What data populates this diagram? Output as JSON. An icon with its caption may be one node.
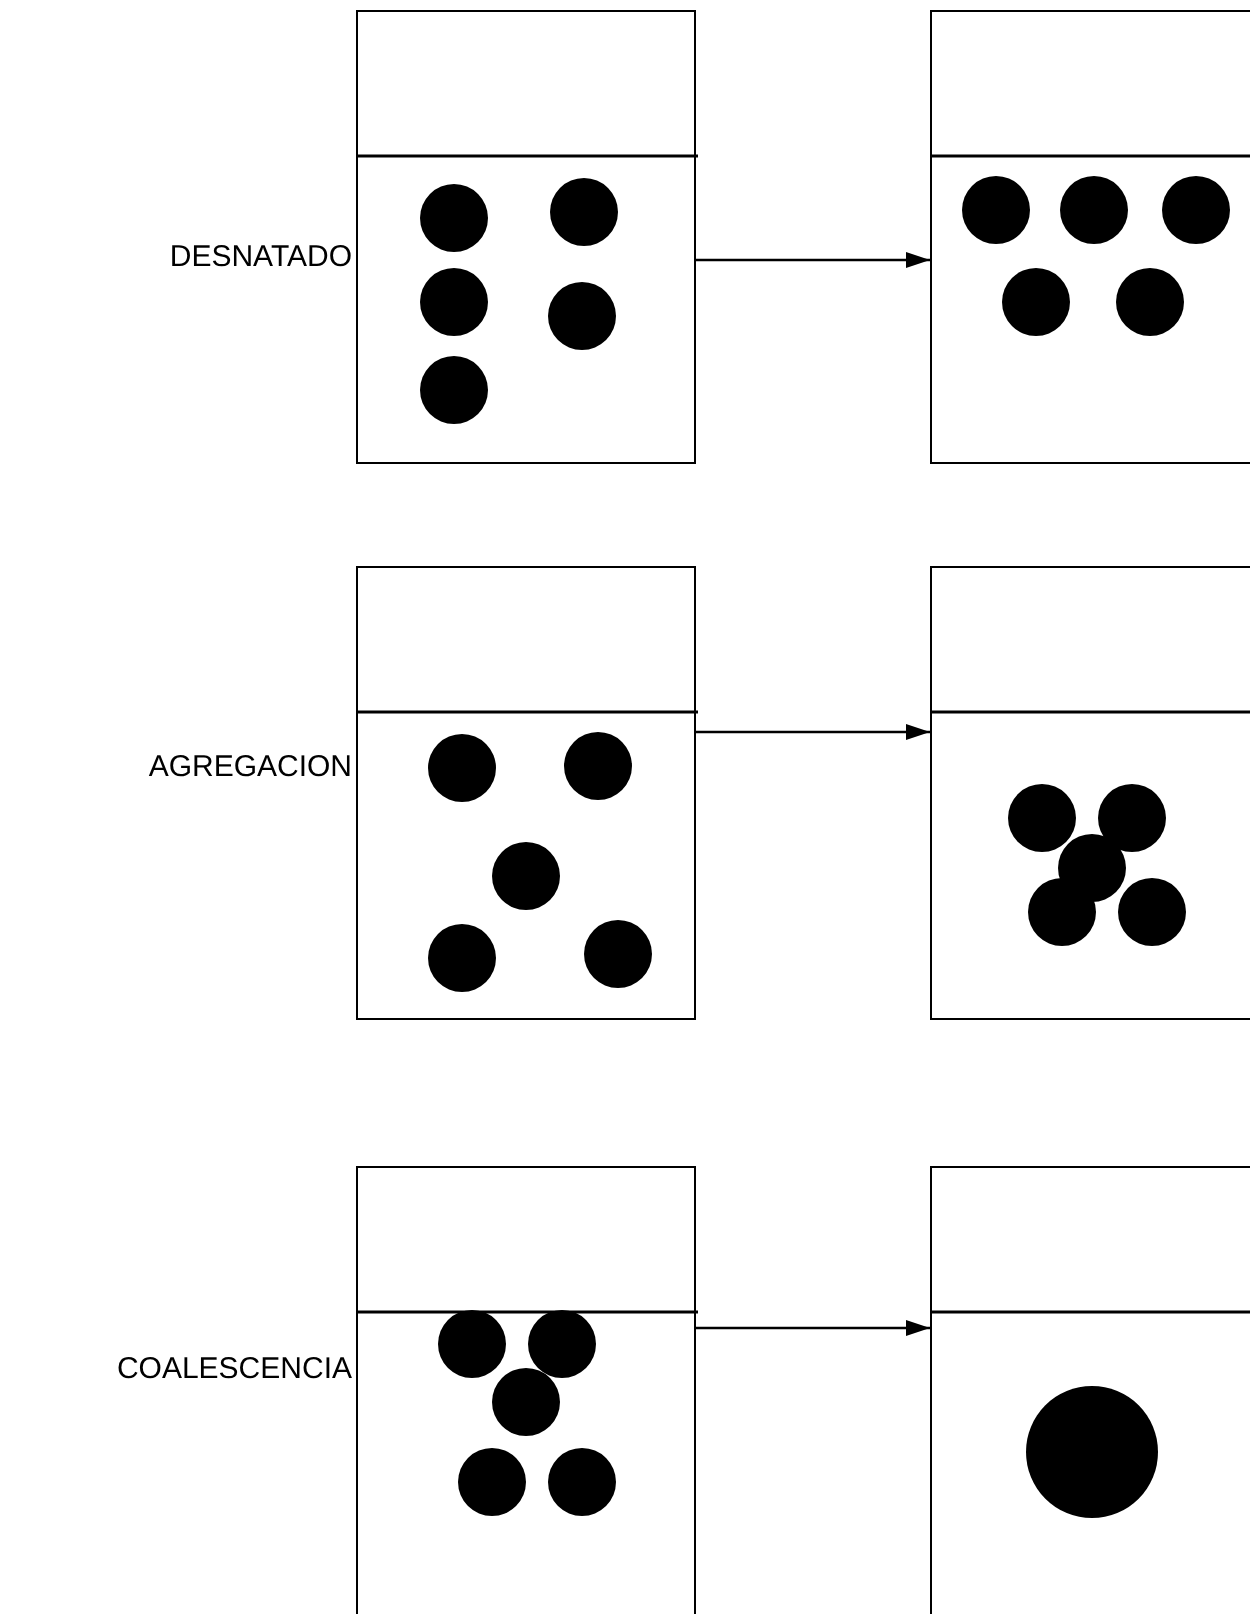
{
  "diagram": {
    "nodes": [
      {
        "text": [],
        "shape": "box",
        "beside": [
          "DESNATADO"
        ]
      },
      {
        "text": [],
        "shape": "box"
      },
      {
        "text": [],
        "shape": "box",
        "beside": [
          "AGREGACION"
        ]
      },
      {
        "text": [],
        "shape": "box"
      },
      {
        "text": [],
        "shape": "box",
        "beside": [
          "COALESCENCIA"
        ]
      },
      {
        "text": [],
        "shape": "box"
      }
    ],
    "edges": [
      {
        "from": 0,
        "to": 1,
        "arrow": "to"
      },
      {
        "from": 2,
        "to": 3,
        "arrow": "to"
      },
      {
        "from": 4,
        "to": 5,
        "arrow": "to"
      }
    ]
  }
}
